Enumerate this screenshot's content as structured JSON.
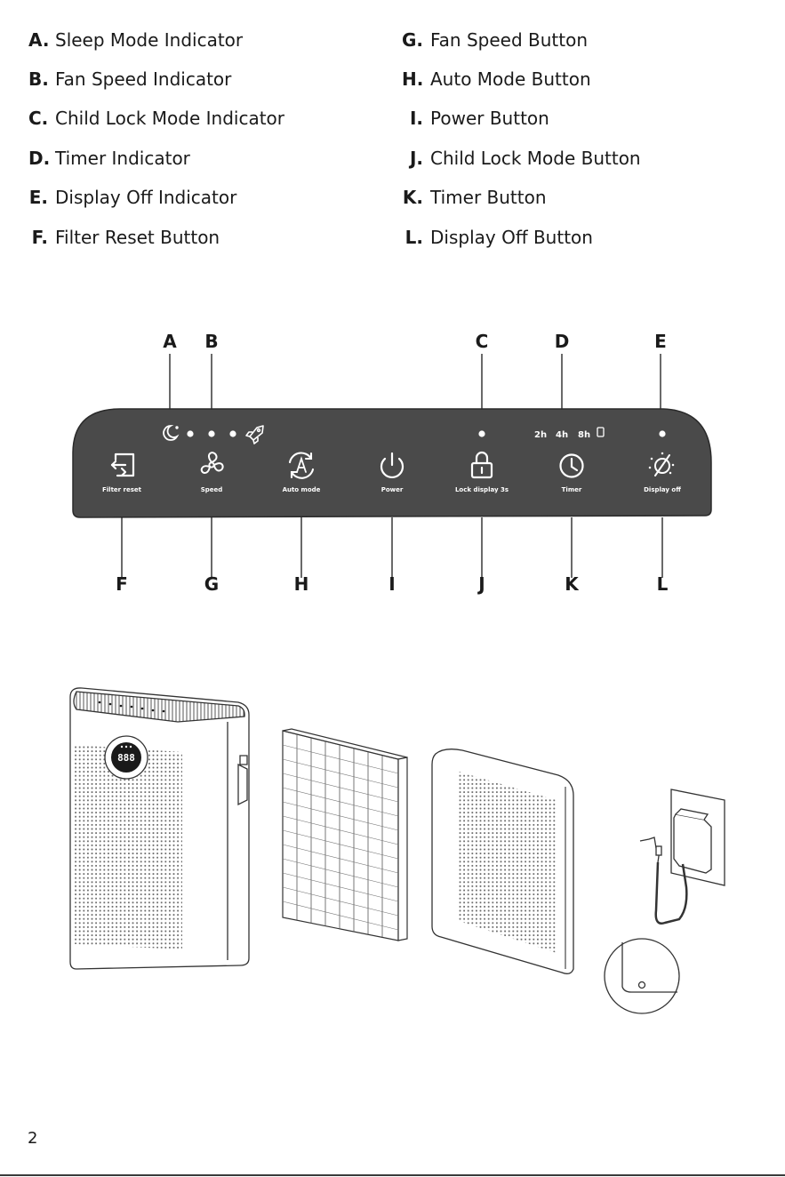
{
  "legend": {
    "left": [
      {
        "letter": "A.",
        "label": "Sleep Mode Indicator"
      },
      {
        "letter": "B.",
        "label": "Fan Speed Indicator"
      },
      {
        "letter": "C.",
        "label": "Child Lock Mode Indicator"
      },
      {
        "letter": "D.",
        "label": "Timer Indicator"
      },
      {
        "letter": "E.",
        "label": "Display Off Indicator"
      },
      {
        "letter": "F.",
        "label": "Filter Reset Button"
      }
    ],
    "right": [
      {
        "letter": "G.",
        "label": "Fan Speed Button"
      },
      {
        "letter": "H.",
        "label": "Auto Mode Button"
      },
      {
        "letter": "I.",
        "label": "Power Button"
      },
      {
        "letter": "J.",
        "label": "Child Lock Mode Button"
      },
      {
        "letter": "K.",
        "label": "Timer Button"
      },
      {
        "letter": "L.",
        "label": "Display Off Button"
      }
    ]
  },
  "panel": {
    "top_callouts": [
      "A",
      "B",
      "C",
      "D",
      "E"
    ],
    "bottom_callouts": [
      "F",
      "G",
      "H",
      "I",
      "J",
      "K",
      "L"
    ],
    "button_labels": {
      "filter_reset": "Filter reset",
      "speed": "Speed",
      "auto_mode": "Auto mode",
      "power": "Power",
      "lock_display": "Lock display 3s",
      "timer": "Timer",
      "display_off": "Display off"
    },
    "timer_options": [
      "2h",
      "4h",
      "8h"
    ],
    "colors": {
      "panel": "#4a4a4a",
      "icon": "#ffffff"
    }
  },
  "products": {
    "items": [
      "air-purifier",
      "filter",
      "front-cover",
      "power-adapter"
    ],
    "purifier_display": "888"
  },
  "page": {
    "number": "2"
  }
}
